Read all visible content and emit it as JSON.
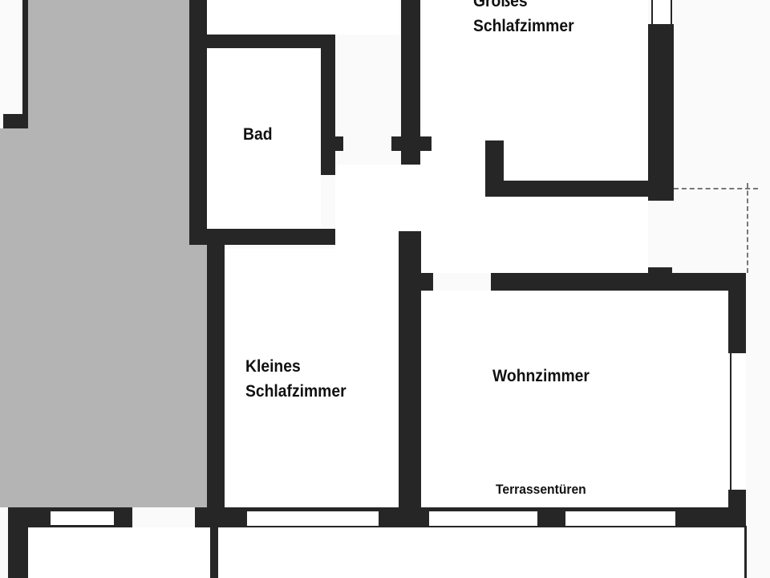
{
  "plan": {
    "rooms": [
      {
        "id": "grosses-schlafzimmer",
        "label_line1": "Großes",
        "label_line2": "Schlafzimmer"
      },
      {
        "id": "bad",
        "label_line1": "Bad"
      },
      {
        "id": "kleines-schlafzimmer",
        "label_line1": "Kleines",
        "label_line2": "Schlafzimmer"
      },
      {
        "id": "wohnzimmer",
        "label_line1": "Wohnzimmer"
      }
    ],
    "annotations": {
      "terrace_doors": "Terrassentüren"
    },
    "colors": {
      "wall": "#262626",
      "shaded_area": "#b4b4b4",
      "floor": "#ffffff"
    }
  }
}
